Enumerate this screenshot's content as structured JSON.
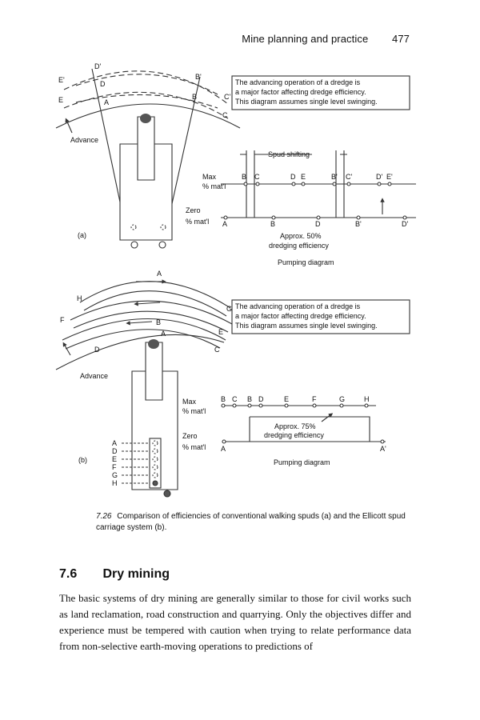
{
  "running_header": {
    "title": "Mine planning and practice",
    "page_number": "477"
  },
  "figure": {
    "panel_a": {
      "panel_label": "(a)",
      "advance_label": "Advance",
      "point_labels": [
        "D'",
        "B'",
        "E'",
        "D",
        "C'",
        "E",
        "A",
        "B",
        "C"
      ],
      "note": [
        "The advancing operation of a dredge is",
        "a major factor affecting dredge efficiency.",
        "This diagram assumes single level swinging."
      ],
      "spud_label": "Spud shifting",
      "max_label": [
        "Max",
        "% mat'l"
      ],
      "zero_label": [
        "Zero",
        "% mat'l"
      ],
      "top_marks": [
        "B",
        "C",
        "D",
        "E",
        "B'",
        "C'",
        "D'",
        "E'"
      ],
      "bottom_marks": [
        "A",
        "B",
        "D",
        "B'",
        "D'"
      ],
      "efficiency_note": [
        "Approx. 50%",
        "dredging efficiency"
      ],
      "pumping_label": "Pumping diagram"
    },
    "panel_b": {
      "panel_label": "(b)",
      "advance_label": "Advance",
      "point_labels": [
        "A",
        "H",
        "G",
        "F",
        "B",
        "A",
        "E",
        "D",
        "C"
      ],
      "note": [
        "The advancing operation of a dredge is",
        "a major factor affecting dredge efficiency.",
        "This diagram assumes single level swinging."
      ],
      "max_label": [
        "Max",
        "% mat'l"
      ],
      "zero_label": [
        "Zero",
        "% mat'l"
      ],
      "top_marks": [
        "B",
        "C",
        "B",
        "D",
        "E",
        "F",
        "G",
        "H"
      ],
      "bottom_marks": [
        "A",
        "A'"
      ],
      "efficiency_note": [
        "Approx. 75%",
        "dredging efficiency"
      ],
      "pumping_label": "Pumping diagram",
      "carriage_labels": [
        "A",
        "D",
        "E",
        "F",
        "G",
        "H"
      ]
    }
  },
  "caption": {
    "number": "7.26",
    "text": "Comparison of efficiencies of conventional walking spuds (a) and the Ellicott spud carriage system (b)."
  },
  "section": {
    "number": "7.6",
    "title": "Dry mining"
  },
  "body": "The basic systems of dry mining are generally similar to those for civil works such as land reclamation, road construction and quarrying. Only the objectives differ and experience must be tempered with caution when trying to relate performance data from non-selective earth-moving operations to predictions of",
  "colors": {
    "ink": "#111111",
    "line": "#333333"
  }
}
